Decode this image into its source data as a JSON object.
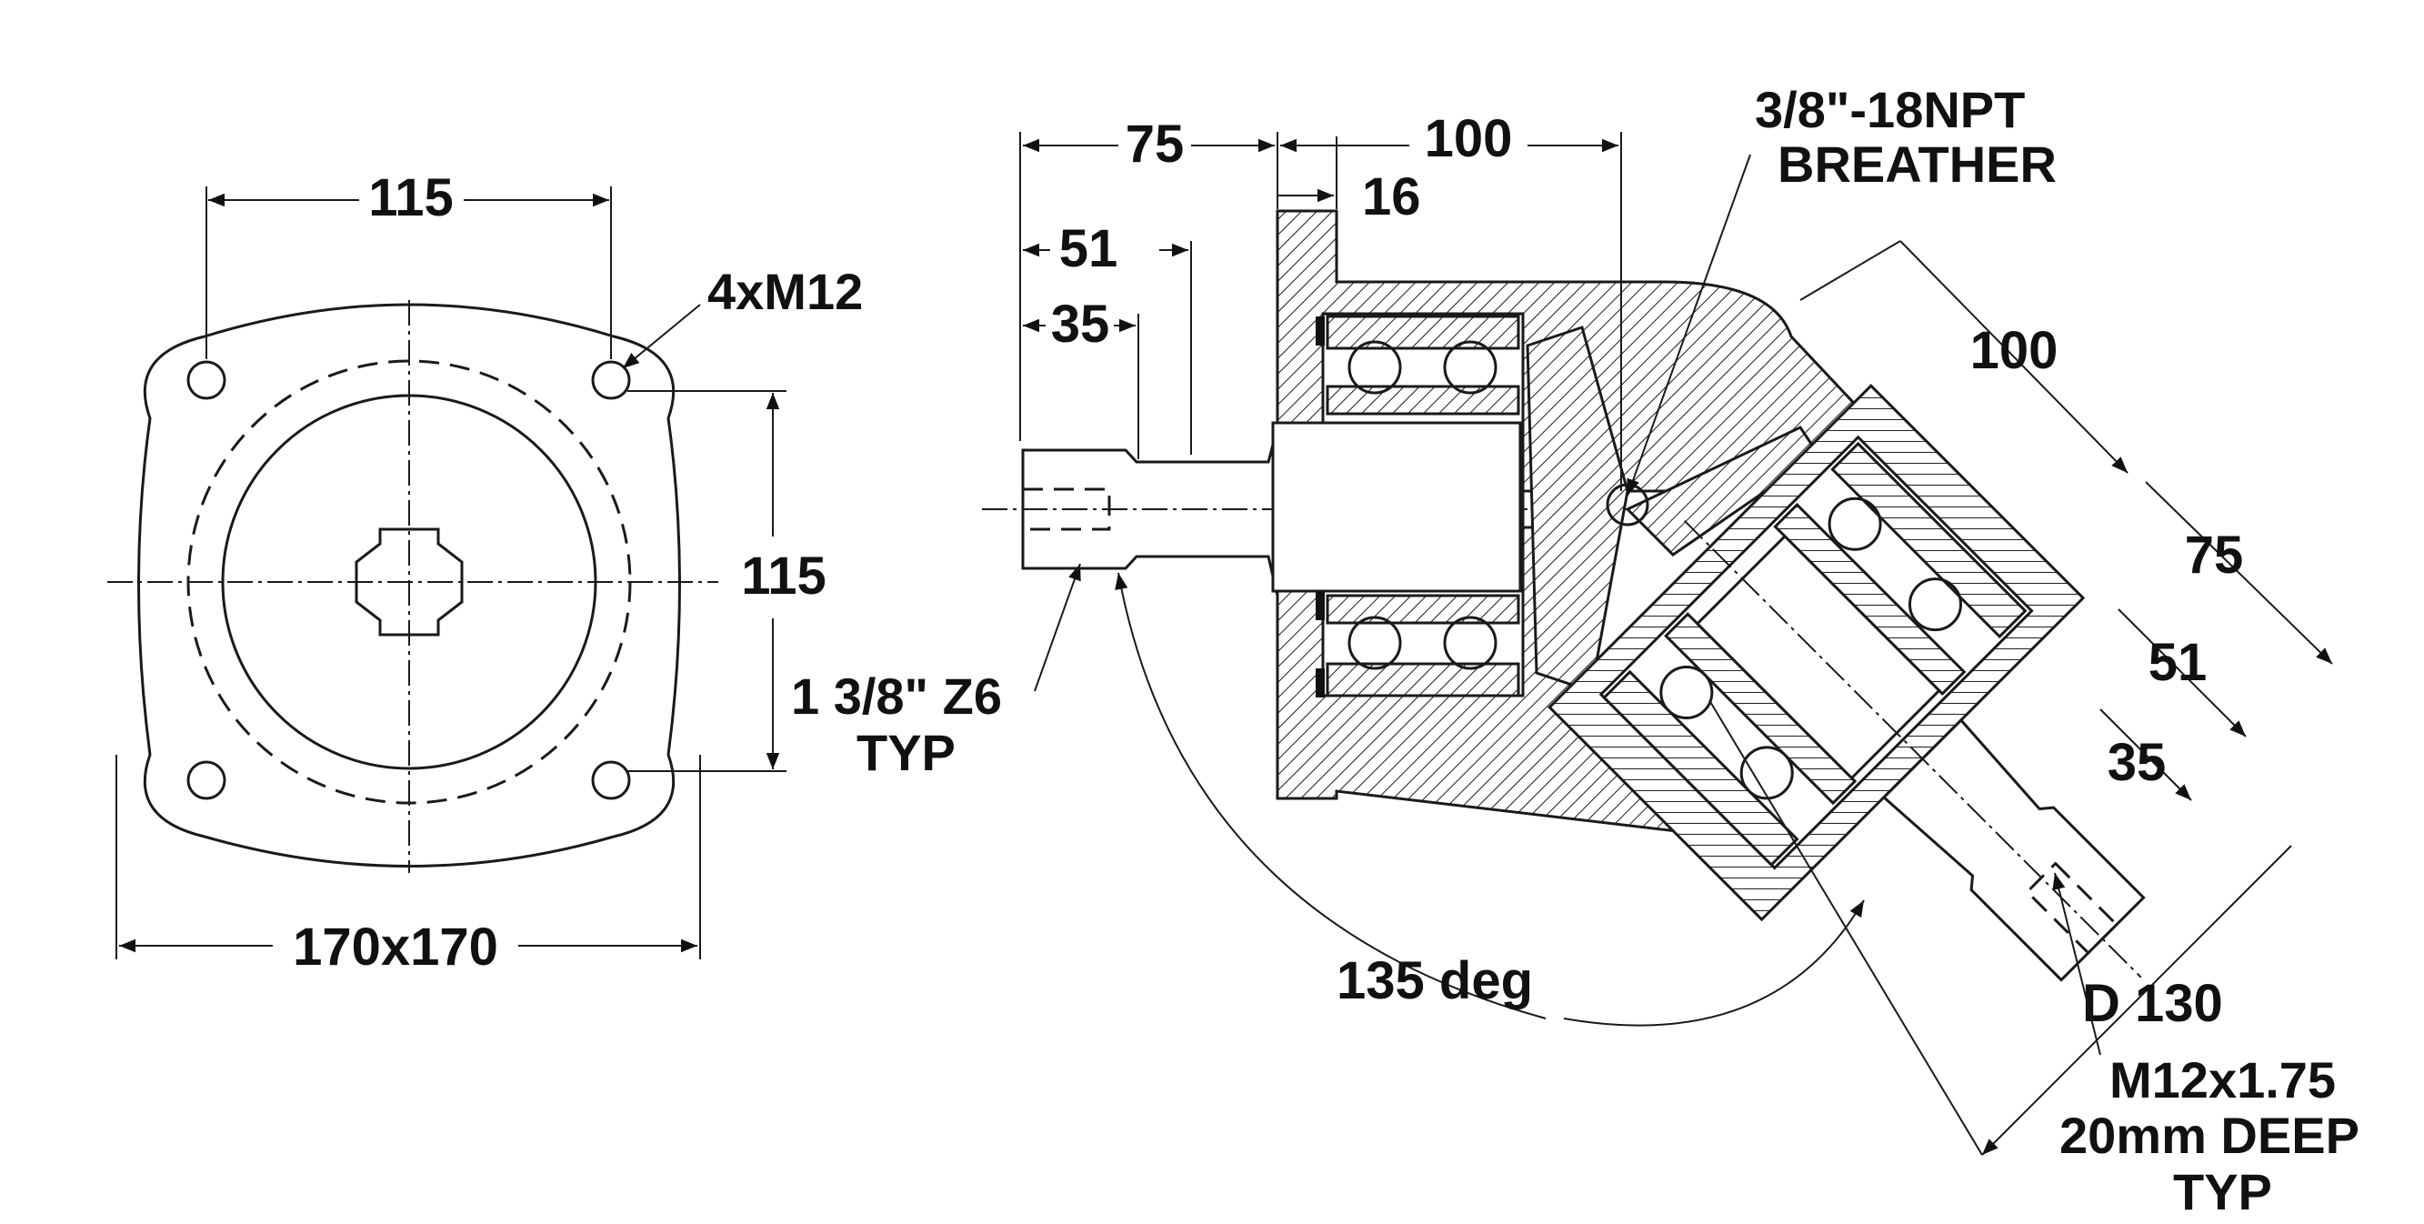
{
  "front_view": {
    "dim_top_width": "115",
    "dim_bolt_holes": "4xM12",
    "dim_right_height": "115",
    "dim_overall": "170x170",
    "dim_spline": "1 3/8\" Z6",
    "dim_spline_typ": "TYP"
  },
  "side_view": {
    "dim_shaft_length": "75",
    "dim_housing_length": "100",
    "dim_flange": "16",
    "dim_shaft_51": "51",
    "dim_shaft_35": "35",
    "breather_line1": "3/8\"-18NPT",
    "breather_line2": "BREATHER",
    "dim_angled_100": "100",
    "dim_angled_75": "75",
    "dim_angled_51": "51",
    "dim_angled_35": "35",
    "angle_label": "135 deg",
    "diameter_label": "D 130",
    "thread_line1": "M12x1.75",
    "thread_line2": "20mm DEEP",
    "thread_line3": "TYP"
  }
}
